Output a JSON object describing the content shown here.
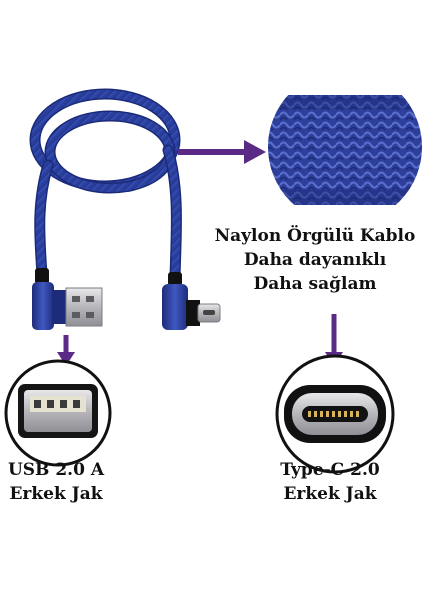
{
  "labels": {
    "nylon": {
      "line1": "Naylon Örgülü Kablo",
      "line2": "Daha dayanıklı",
      "line3": "Daha sağlam"
    },
    "usb": {
      "line1": "USB 2.0 A",
      "line2": "Erkek Jak"
    },
    "typec": {
      "line1": "Type-C 2.0",
      "line2": "Erkek Jak"
    }
  },
  "colors": {
    "cable_blue": "#2a3f9c",
    "cable_dark": "#1a2a78",
    "cable_light": "#5066c4",
    "arrow_purple": "#5b2a86",
    "connector_housing": "#2c3e96",
    "plug_metal": "#c8c8cc",
    "port_black": "#111111"
  }
}
